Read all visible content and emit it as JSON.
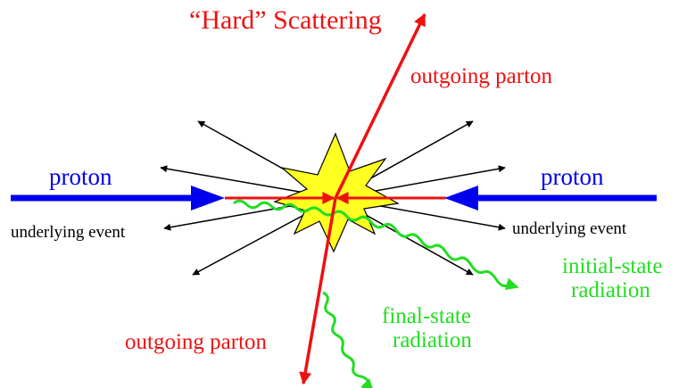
{
  "title": "“Hard” Scattering",
  "labels": {
    "outgoing_parton_top": "outgoing parton",
    "outgoing_parton_bottom": "outgoing parton",
    "proton_left": "proton",
    "proton_right": "proton",
    "underlying_event_left": "underlying event",
    "underlying_event_right": "underlying event",
    "initial_state_line1": "initial-state",
    "initial_state_line2": "radiation",
    "final_state_line1": "final-state",
    "final_state_line2": "radiation"
  },
  "colors": {
    "proton": "#0000ee",
    "parton": "#ee1111",
    "radiation": "#22dd22",
    "underlying": "#000000",
    "star_fill": "#ffff22"
  }
}
